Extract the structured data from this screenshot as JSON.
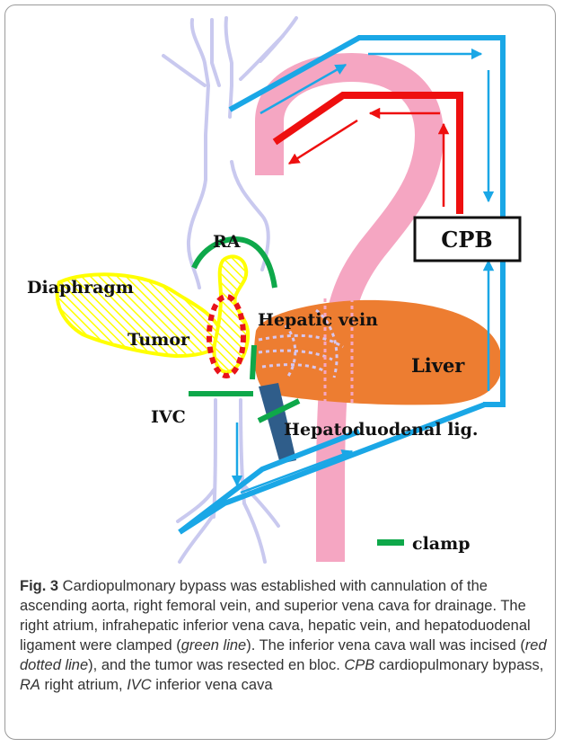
{
  "labels": {
    "ra": "RA",
    "diaphragm": "Diaphragm",
    "tumor": "Tumor",
    "hepatic_vein": "Hepatic vein",
    "liver": "Liver",
    "ivc": "IVC",
    "hepatoduodenal": "Hepatoduodenal lig.",
    "cpb": "CPB",
    "clamp_legend": "clamp"
  },
  "colors": {
    "cpb_venous_line": "#1aa7e6",
    "cpb_arterial_line": "#ee0f0f",
    "aorta": "#f5a6c2",
    "veins_outline": "#c9c9ef",
    "liver": "#ed7d31",
    "tumor_diaphragm": "#ffff00",
    "clamp": "#0ea84a",
    "incision": "#e8131b",
    "hepatoduodenal_ligament": "#2f5d8a"
  },
  "caption": {
    "fig_label": "Fig. 3",
    "part1": " Cardiopulmonary bypass was established with cannulation of the ascending aorta, right femoral vein, and superior vena cava for drainage. The right atrium, infrahepatic inferior vena cava, hepatic vein, and hepatoduodenal ligament were clamped (",
    "em1": "green line",
    "part2": "). The inferior vena cava wall was incised (",
    "em2": "red dotted line",
    "part3": "), and the tumor was resected en bloc. ",
    "em3": "CPB",
    "part4": " cardiopulmonary bypass, ",
    "em4": "RA",
    "part5": " right atrium, ",
    "em5": "IVC",
    "part6": " inferior vena cava"
  }
}
